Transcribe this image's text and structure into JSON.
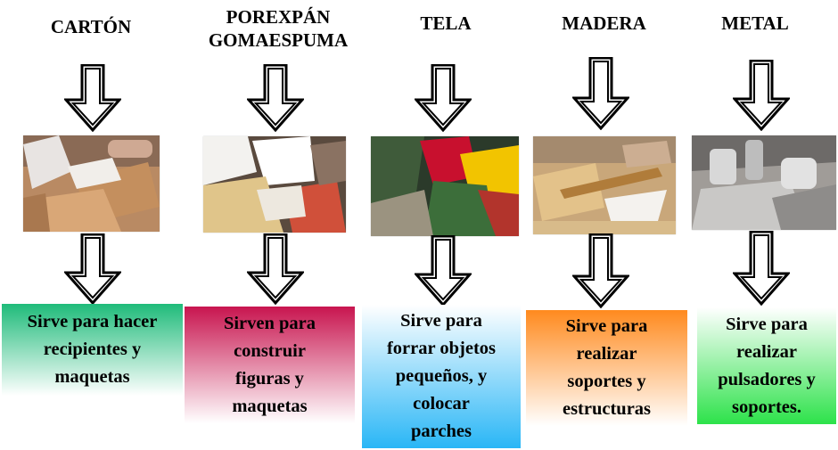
{
  "materials": [
    {
      "id": "carton",
      "title": "CARTÓN",
      "photo_icon": "cardboard-photo",
      "description": [
        "Sirve para hacer",
        "recipientes y",
        "maquetas"
      ],
      "gradient": [
        "#1fbb7a",
        "#ffffff"
      ]
    },
    {
      "id": "porexpan",
      "title_lines": [
        "POREXPÁN",
        "GOMAESPUMA"
      ],
      "photo_icon": "foam-photo",
      "description": [
        "Sirven  para",
        "construir",
        "figuras y",
        "maquetas"
      ],
      "gradient": [
        "#c8154f",
        "#ffffff"
      ]
    },
    {
      "id": "tela",
      "title": "TELA",
      "photo_icon": "fabric-photo",
      "description": [
        "Sirve para",
        "forrar objetos",
        "pequeños, y",
        "colocar",
        "parches"
      ],
      "gradient": [
        "#ffffff",
        "#29b6f6"
      ]
    },
    {
      "id": "madera",
      "title": "MADERA",
      "photo_icon": "wood-photo",
      "description": [
        "Sirve para",
        "realizar",
        "soportes y",
        "estructuras"
      ],
      "gradient": [
        "#ff8a1e",
        "#ffffff"
      ]
    },
    {
      "id": "metal",
      "title": "METAL",
      "photo_icon": "metal-photo",
      "description": [
        "Sirve para",
        "realizar",
        "pulsadores y",
        "soportes."
      ],
      "gradient": [
        "#ffffff",
        "#2de24a"
      ]
    }
  ],
  "arrow_icon": "down-arrow-icon"
}
